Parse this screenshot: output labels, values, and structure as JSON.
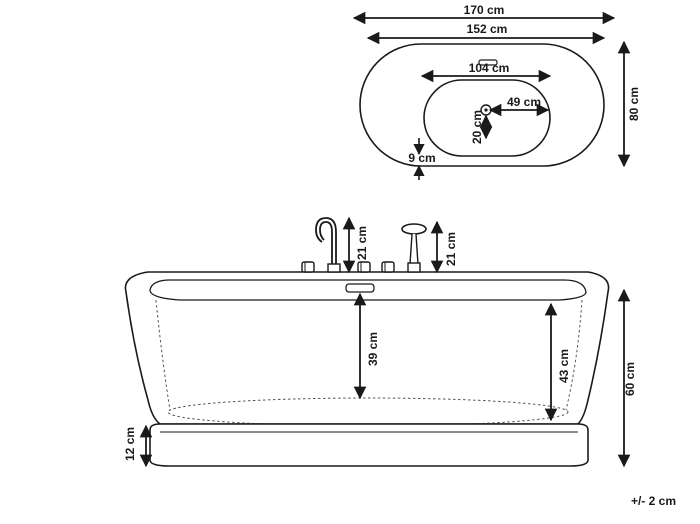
{
  "top_view": {
    "overall_length": "170 cm",
    "rim_inner_length": "152 cm",
    "basin_length": "104 cm",
    "drain_offset": "49 cm",
    "drain_half_width": "20 cm",
    "rim_thickness": "9 cm",
    "overall_width": "80 cm"
  },
  "side_view": {
    "spout_height": "21 cm",
    "shower_height": "21 cm",
    "inner_depth": "39 cm",
    "water_depth": "43 cm",
    "overall_height": "60 cm",
    "plinth_height": "12 cm"
  },
  "tolerance": "+/- 2 cm",
  "colors": {
    "line": "#1a1a1a",
    "dash": "#555555",
    "background": "#ffffff"
  }
}
